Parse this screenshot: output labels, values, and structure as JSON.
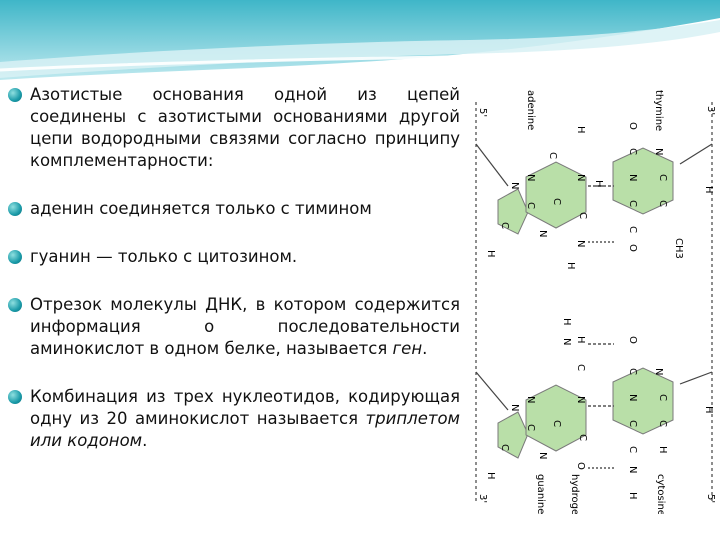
{
  "bullets": [
    {
      "text": "Азотистые основания одной из цепей соединены с азотистыми основаниями другой цепи водородными связями согласно принципу комплементарности:"
    },
    {
      "text": " аденин соединяется только с тимином"
    },
    {
      "text": " гуанин — только с цитозином."
    },
    {
      "text_before": "Отрезок молекулы ДНК, в котором содержится информация о последовательности аминокислот в одном белке, называется ",
      "italic": "ген",
      "text_after": "."
    },
    {
      "text_before": "Комбинация из трех нуклеотидов, кодирующая одну из 20 аминокислот называется ",
      "italic": "триплетом или кодоном",
      "text_after": "."
    }
  ],
  "diagram": {
    "labels": {
      "adenine": "adenine",
      "thymine": "thymine",
      "guanine": "guanine",
      "cytosine": "cytosine",
      "hydrogen_bond": "hydrogen bond",
      "five_prime": "5'",
      "three_prime": "3'",
      "ch3": "CH3"
    },
    "colors": {
      "ring_fill": "#b9dfa8",
      "ring_stroke": "#7a7a7a",
      "bond": "#444444",
      "hbond": "#555555"
    }
  }
}
